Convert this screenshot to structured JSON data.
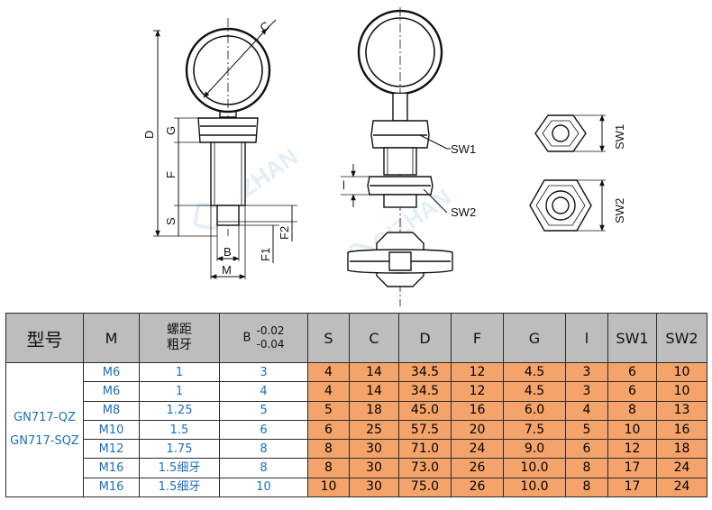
{
  "drawing": {
    "labels": {
      "c": "C",
      "d": "D",
      "g": "G",
      "f": "F",
      "s": "S",
      "b": "B",
      "m": "M",
      "f1": "F1",
      "f2": "F2",
      "l": "l",
      "sw1": "SW1",
      "sw2": "SW2"
    },
    "watermark": "QIZHAN"
  },
  "table": {
    "headers": {
      "model": "型号",
      "m": "M",
      "pitch_line1": "螺距",
      "pitch_line2": "粗牙",
      "b": "B",
      "b_tol_upper": "-0.02",
      "b_tol_lower": "-0.04",
      "s": "S",
      "c": "C",
      "d": "D",
      "f": "F",
      "g": "G",
      "l": "l",
      "sw1": "SW1",
      "sw2": "SW2"
    },
    "model_names": [
      "GN717-QZ",
      "GN717-SQZ"
    ],
    "rows": [
      {
        "m": "M6",
        "pitch": "1",
        "b": "3",
        "s": "4",
        "c": "14",
        "d": "34.5",
        "f": "12",
        "g": "4.5",
        "l": "3",
        "sw1": "6",
        "sw2": "10"
      },
      {
        "m": "M6",
        "pitch": "1",
        "b": "4",
        "s": "4",
        "c": "14",
        "d": "34.5",
        "f": "12",
        "g": "4.5",
        "l": "3",
        "sw1": "6",
        "sw2": "10"
      },
      {
        "m": "M8",
        "pitch": "1.25",
        "b": "5",
        "s": "5",
        "c": "18",
        "d": "45.0",
        "f": "16",
        "g": "6.0",
        "l": "4",
        "sw1": "8",
        "sw2": "13"
      },
      {
        "m": "M10",
        "pitch": "1.5",
        "b": "6",
        "s": "6",
        "c": "25",
        "d": "57.5",
        "f": "20",
        "g": "7.5",
        "l": "5",
        "sw1": "10",
        "sw2": "16"
      },
      {
        "m": "M12",
        "pitch": "1.75",
        "b": "8",
        "s": "8",
        "c": "30",
        "d": "71.0",
        "f": "24",
        "g": "9.0",
        "l": "6",
        "sw1": "12",
        "sw2": "18"
      },
      {
        "m": "M16",
        "pitch": "1.5细牙",
        "b": "8",
        "s": "8",
        "c": "30",
        "d": "73.0",
        "f": "26",
        "g": "10.0",
        "l": "8",
        "sw1": "17",
        "sw2": "24"
      },
      {
        "m": "M16",
        "pitch": "1.5细牙",
        "b": "10",
        "s": "10",
        "c": "30",
        "d": "75.0",
        "f": "26",
        "g": "10.0",
        "l": "8",
        "sw1": "17",
        "sw2": "24"
      }
    ]
  }
}
